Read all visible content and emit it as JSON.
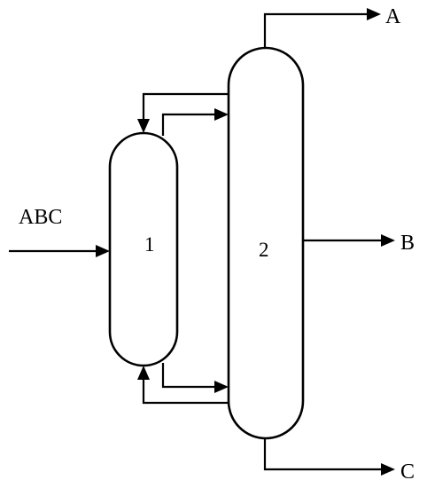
{
  "diagram": {
    "labels": {
      "feed": "ABC",
      "column1": "1",
      "column2": "2",
      "top_product": "A",
      "side_product": "B",
      "bottom_product": "C"
    },
    "colors": {
      "line": "#000000",
      "background": "#ffffff"
    }
  }
}
